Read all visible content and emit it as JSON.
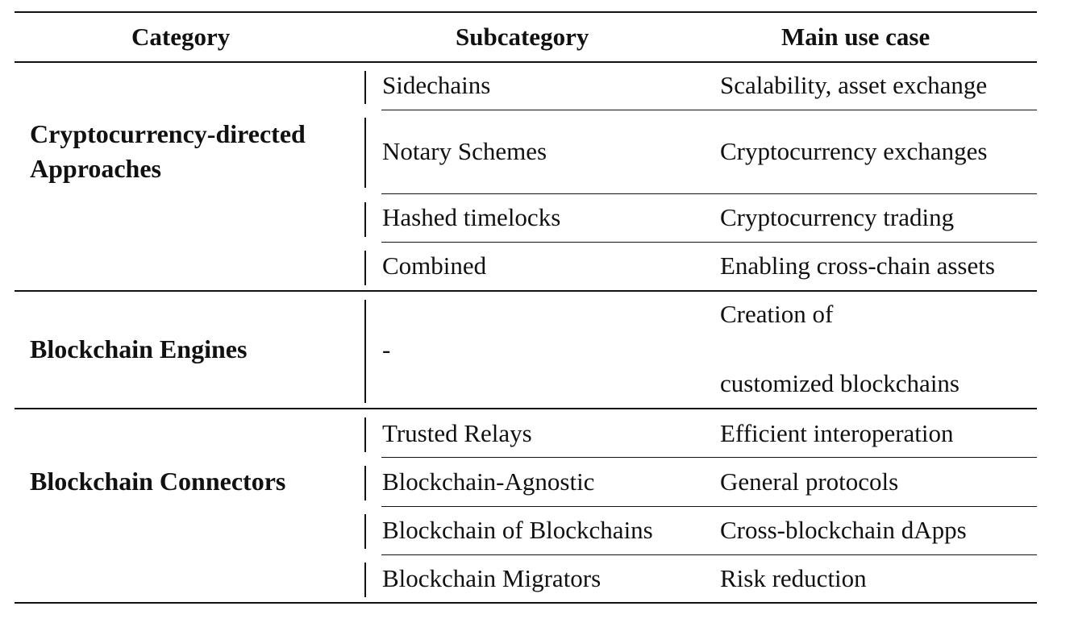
{
  "headers": {
    "category": "Category",
    "subcategory": "Subcategory",
    "use_case": "Main use case"
  },
  "groups": [
    {
      "category_lines": [
        "Cryptocurrency-directed",
        "Approaches"
      ],
      "rows": [
        {
          "subcategory": "Sidechains",
          "use_case": "Scalability, asset exchange"
        },
        {
          "subcategory": "Notary Schemes",
          "use_case": "Cryptocurrency exchanges"
        },
        {
          "subcategory": "Hashed timelocks",
          "use_case": "Cryptocurrency trading"
        },
        {
          "subcategory": "Combined",
          "use_case": "Enabling cross-chain assets"
        }
      ]
    },
    {
      "category_lines": [
        "Blockchain Engines"
      ],
      "rows": [
        {
          "subcategory": "-",
          "use_case_lines": [
            "Creation of",
            "customized blockchains"
          ]
        }
      ]
    },
    {
      "category_lines": [
        "Blockchain Connectors"
      ],
      "rows": [
        {
          "subcategory": "Trusted Relays",
          "use_case": "Efficient interoperation"
        },
        {
          "subcategory": "Blockchain-Agnostic",
          "use_case": "General protocols"
        },
        {
          "subcategory": "Blockchain of Blockchains",
          "use_case": "Cross-blockchain dApps"
        },
        {
          "subcategory": "Blockchain Migrators",
          "use_case": "Risk reduction"
        }
      ]
    }
  ]
}
